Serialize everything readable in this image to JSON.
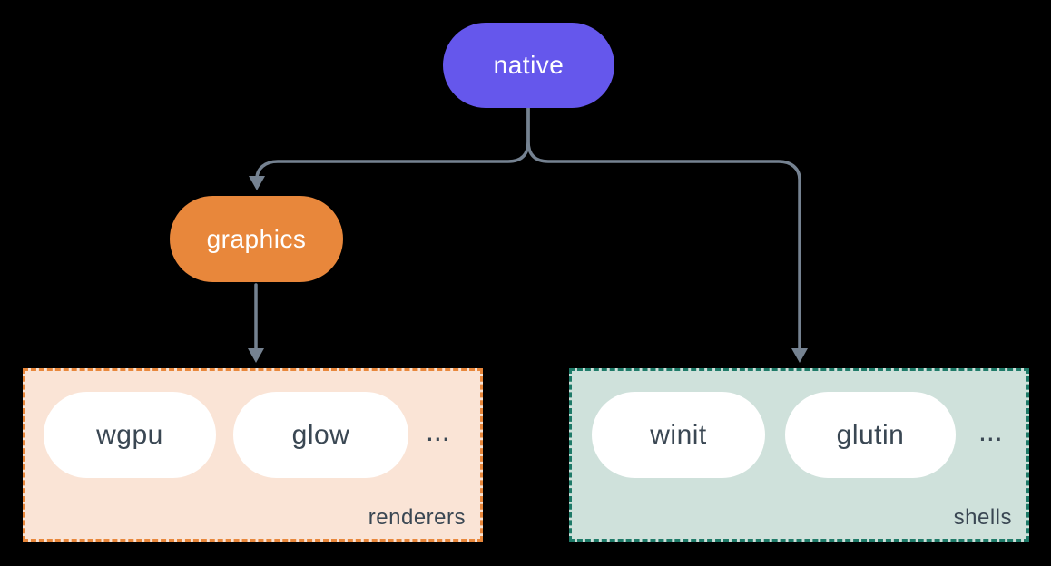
{
  "diagram": {
    "nodes": {
      "native": {
        "label": "native"
      },
      "graphics": {
        "label": "graphics"
      }
    },
    "groups": {
      "renderers": {
        "label": "renderers",
        "items": [
          "wgpu",
          "glow"
        ],
        "ellipsis": "..."
      },
      "shells": {
        "label": "shells",
        "items": [
          "winit",
          "glutin"
        ],
        "ellipsis": "..."
      }
    },
    "edges": [
      {
        "from": "native",
        "to": "graphics"
      },
      {
        "from": "native",
        "to": "shells"
      },
      {
        "from": "graphics",
        "to": "renderers"
      }
    ]
  },
  "colors": {
    "background": "#000000",
    "native_fill": "#6557ec",
    "graphics_fill": "#e8873b",
    "renderers_fill": "#fae4d6",
    "renderers_border": "#e8873b",
    "shells_fill": "#cfe1db",
    "shells_border": "#1e7a68",
    "chip_fill": "#ffffff",
    "connector": "#758291",
    "node_text": "#ffffff",
    "chip_text": "#3a4753"
  }
}
